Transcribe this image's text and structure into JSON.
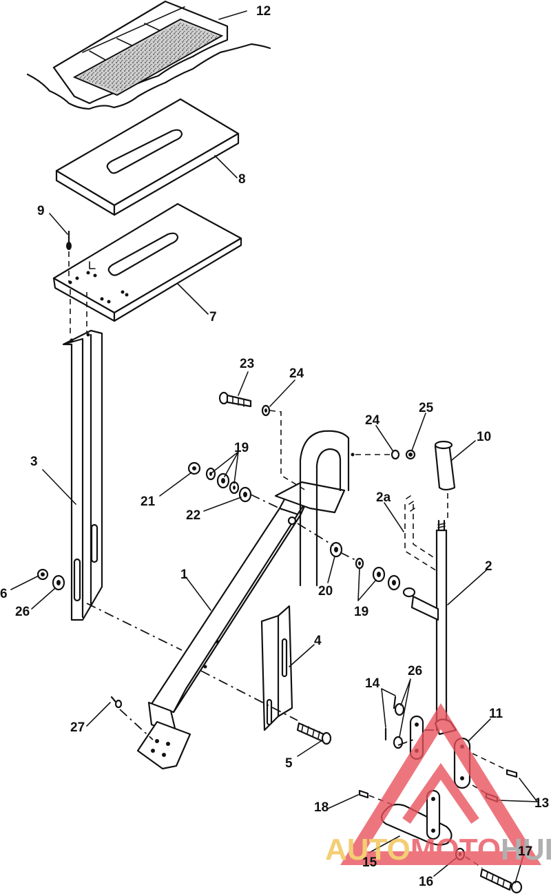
{
  "diagram": {
    "labels": [
      {
        "id": "12",
        "text": "12"
      },
      {
        "id": "8",
        "text": "8"
      },
      {
        "id": "9",
        "text": "9"
      },
      {
        "id": "7",
        "text": "7"
      },
      {
        "id": "23",
        "text": "23"
      },
      {
        "id": "24a",
        "text": "24"
      },
      {
        "id": "24b",
        "text": "24"
      },
      {
        "id": "25",
        "text": "25"
      },
      {
        "id": "10",
        "text": "10"
      },
      {
        "id": "19a",
        "text": "19"
      },
      {
        "id": "21",
        "text": "21"
      },
      {
        "id": "22",
        "text": "22"
      },
      {
        "id": "3",
        "text": "3"
      },
      {
        "id": "2a",
        "text": "2a"
      },
      {
        "id": "2",
        "text": "2"
      },
      {
        "id": "1",
        "text": "1"
      },
      {
        "id": "20",
        "text": "20"
      },
      {
        "id": "19b",
        "text": "19"
      },
      {
        "id": "6",
        "text": "6"
      },
      {
        "id": "26a",
        "text": "26"
      },
      {
        "id": "4",
        "text": "4"
      },
      {
        "id": "26b",
        "text": "26"
      },
      {
        "id": "14",
        "text": "14"
      },
      {
        "id": "11",
        "text": "11"
      },
      {
        "id": "27",
        "text": "27"
      },
      {
        "id": "5",
        "text": "5"
      },
      {
        "id": "13",
        "text": "13"
      },
      {
        "id": "18",
        "text": "18"
      },
      {
        "id": "17",
        "text": "17"
      },
      {
        "id": "15",
        "text": "15"
      },
      {
        "id": "16",
        "text": "16"
      }
    ]
  },
  "watermark": {
    "part1": "AUTO",
    "part2": "MOTO",
    "part3": "HUB",
    "colors": {
      "triangle": "#e8505b",
      "auto": "#f2c14e",
      "moto": "#e8505b",
      "hub": "#9a9a9a"
    }
  }
}
